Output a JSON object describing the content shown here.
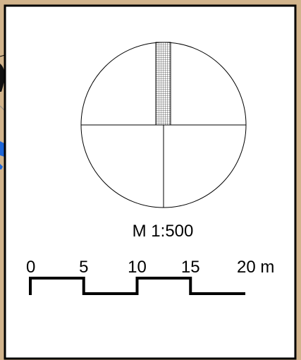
{
  "map": {
    "scale_text": "M 1:500",
    "scale_bar": {
      "labels": [
        "0",
        "5",
        "10",
        "15",
        "20 m"
      ],
      "stops": [
        0,
        5,
        10,
        15,
        20
      ],
      "unit": "m"
    }
  },
  "colors": {
    "sheet_background": "#ffffff",
    "frame": "#000000",
    "map_background": "#d2b48c",
    "accent_blue": "#1e66d8"
  }
}
